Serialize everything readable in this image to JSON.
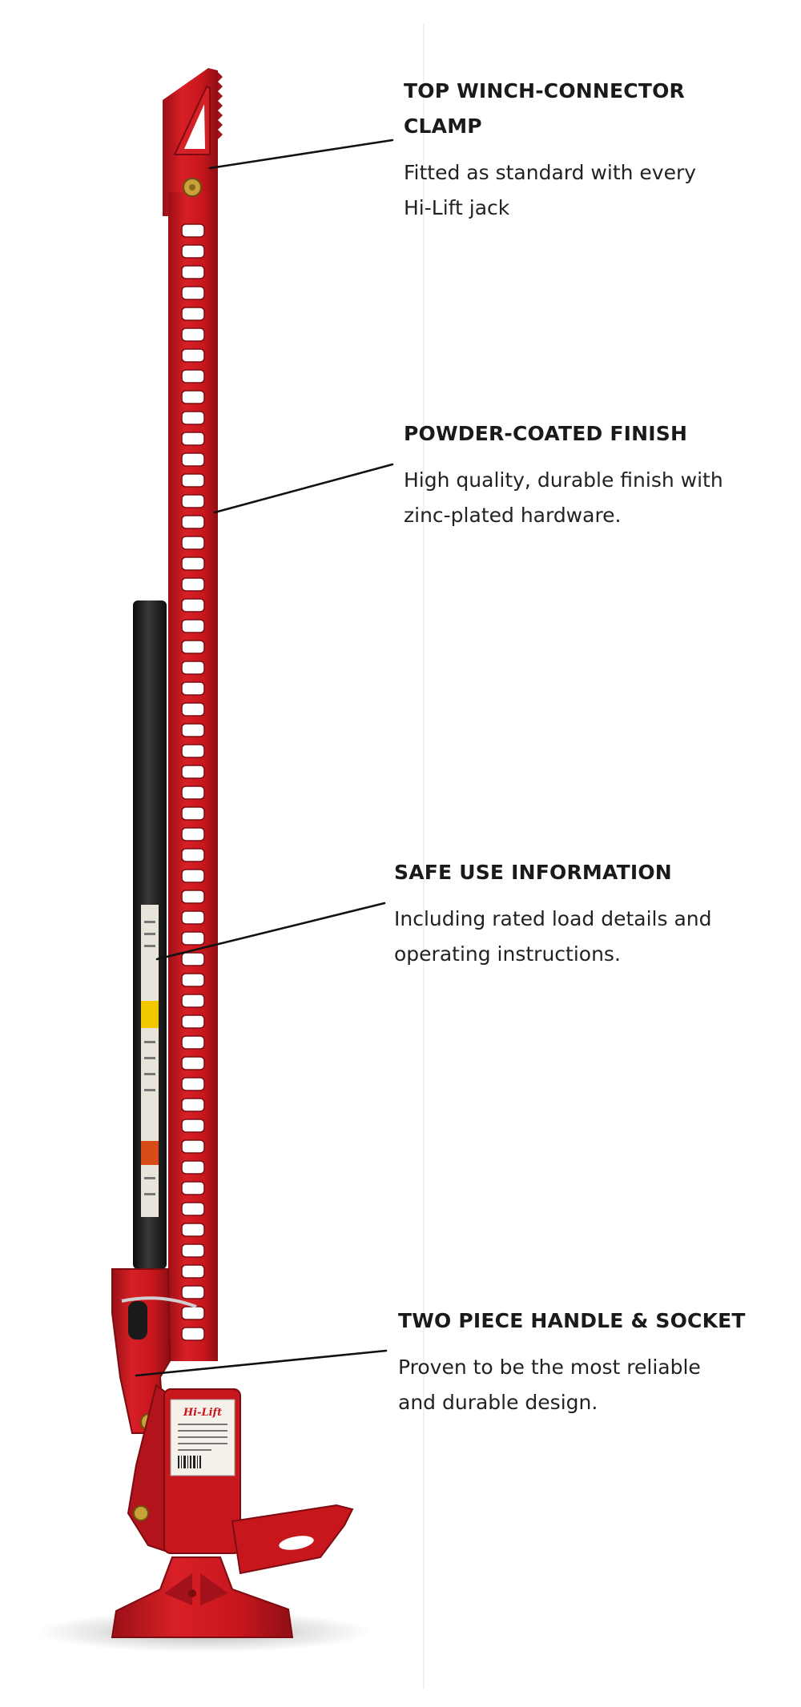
{
  "callouts": [
    {
      "title_line1": "TOP WINCH-CONNECTOR",
      "title_line2": "CLAMP",
      "desc_line1": "Fitted as standard with every",
      "desc_line2": "Hi-Lift jack"
    },
    {
      "title_line1": "POWDER-COATED FINISH",
      "desc_line1": "High quality, durable finish with",
      "desc_line2": "zinc-plated hardware."
    },
    {
      "title_line1": "SAFE USE INFORMATION",
      "desc_line1": "Including rated load details and",
      "desc_line2": "operating instructions."
    },
    {
      "title_line1": "TWO PIECE HANDLE & SOCKET",
      "desc_line1": "Proven to be the most reliable",
      "desc_line2": "and durable design."
    }
  ],
  "label": {
    "brand": "Hi-Lift"
  },
  "colors": {
    "jack_red": "#c8161d",
    "jack_dark_red": "#8e0f14",
    "handle_black": "#151515",
    "leader_line": "#111111"
  }
}
